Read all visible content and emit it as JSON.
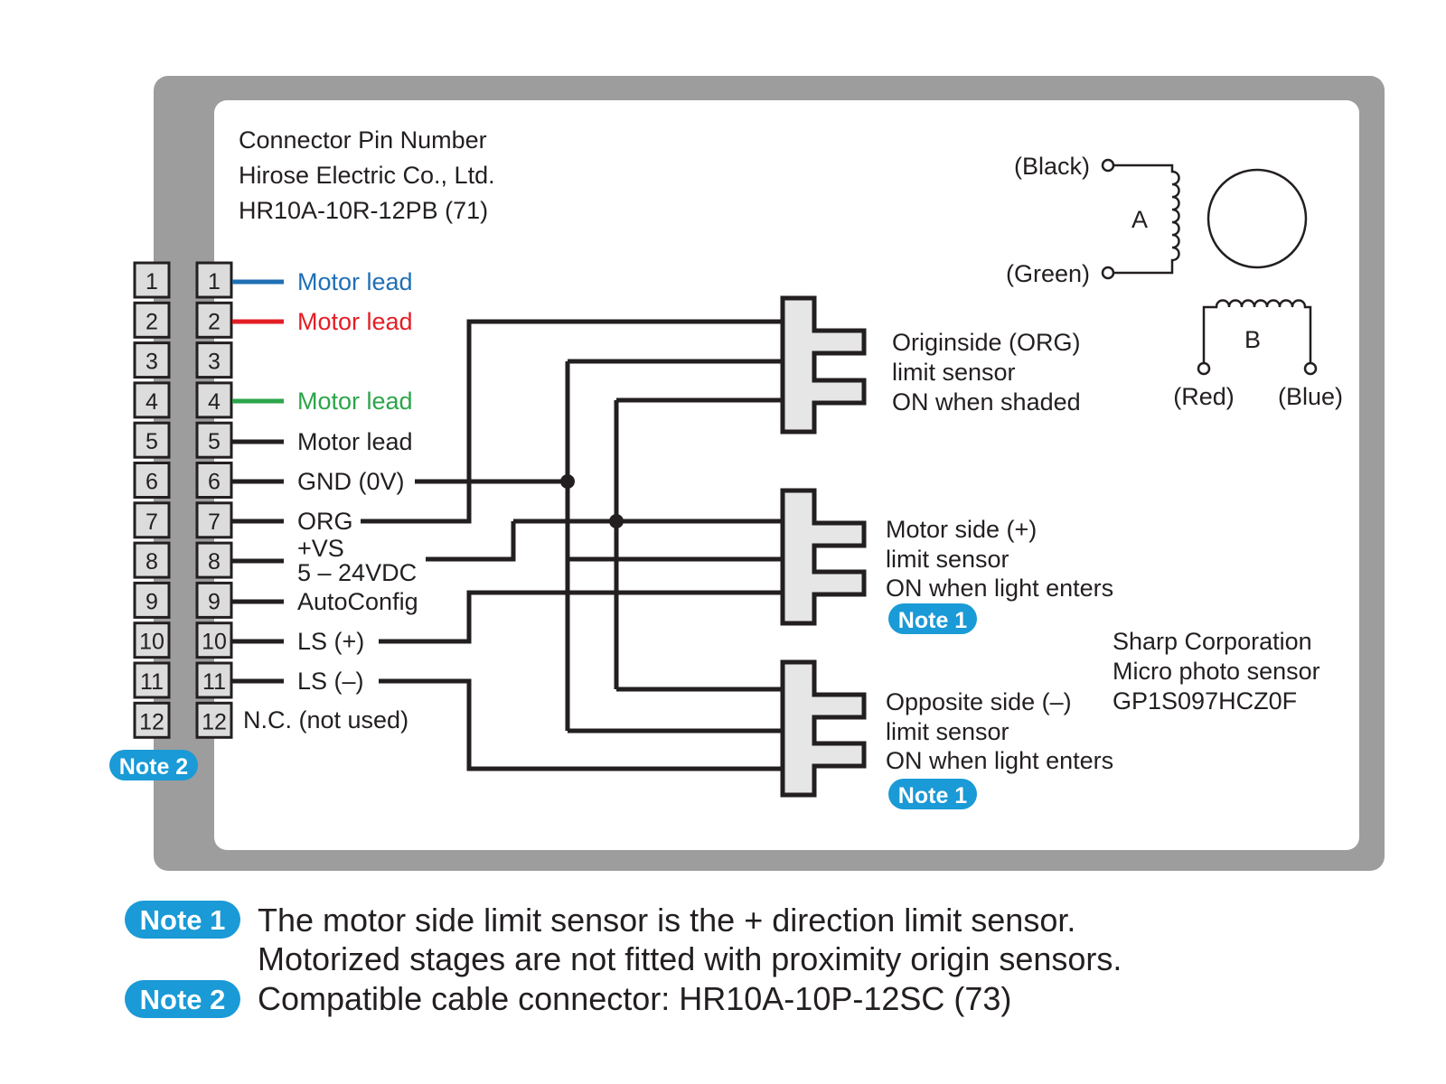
{
  "connector": {
    "title_lines": [
      "Connector Pin Number",
      "Hirose Electric Co., Ltd.",
      "HR10A-10R-12PB (71)"
    ],
    "pins": [
      "1",
      "2",
      "3",
      "4",
      "5",
      "6",
      "7",
      "8",
      "9",
      "10",
      "11",
      "12"
    ]
  },
  "pin_labels": {
    "p1": "Motor lead",
    "p2": "Motor lead",
    "p4": "Motor lead",
    "p5": "Motor lead",
    "p6": "GND (0V)",
    "p7": "ORG",
    "p8_line1": "+VS",
    "p8_line2": "5 – 24VDC",
    "p9": "AutoConfig",
    "p10": "LS (+)",
    "p11": "LS (–)",
    "p12": "N.C. (not used)"
  },
  "colors": {
    "blue": "#1f6fb5",
    "red": "#e31e24",
    "green": "#2ca54a",
    "note_badge": "#1a9ad6",
    "frame": "#9d9d9d"
  },
  "motor": {
    "coil_a": "A",
    "coil_b": "B",
    "black": "(Black)",
    "green": "(Green)",
    "red": "(Red)",
    "blue": "(Blue)"
  },
  "sensors": {
    "org": [
      "Originside (ORG)",
      "limit sensor",
      "ON when shaded"
    ],
    "plus": [
      "Motor side (+)",
      "limit sensor",
      "ON when light enters"
    ],
    "minus": [
      "Opposite side (–)",
      "limit sensor",
      "ON when light enters"
    ]
  },
  "sharp": [
    "Sharp Corporation",
    "Micro photo sensor",
    "GP1S097HCZ0F"
  ],
  "badges": {
    "note1": "Note 1",
    "note2": "Note 2"
  },
  "notes": {
    "note1_line1": "The motor side limit sensor is the + direction limit sensor.",
    "note1_line2": "Motorized stages are not fitted with proximity origin sensors.",
    "note2_line1": "Compatible cable connector: HR10A-10P-12SC (73)"
  }
}
